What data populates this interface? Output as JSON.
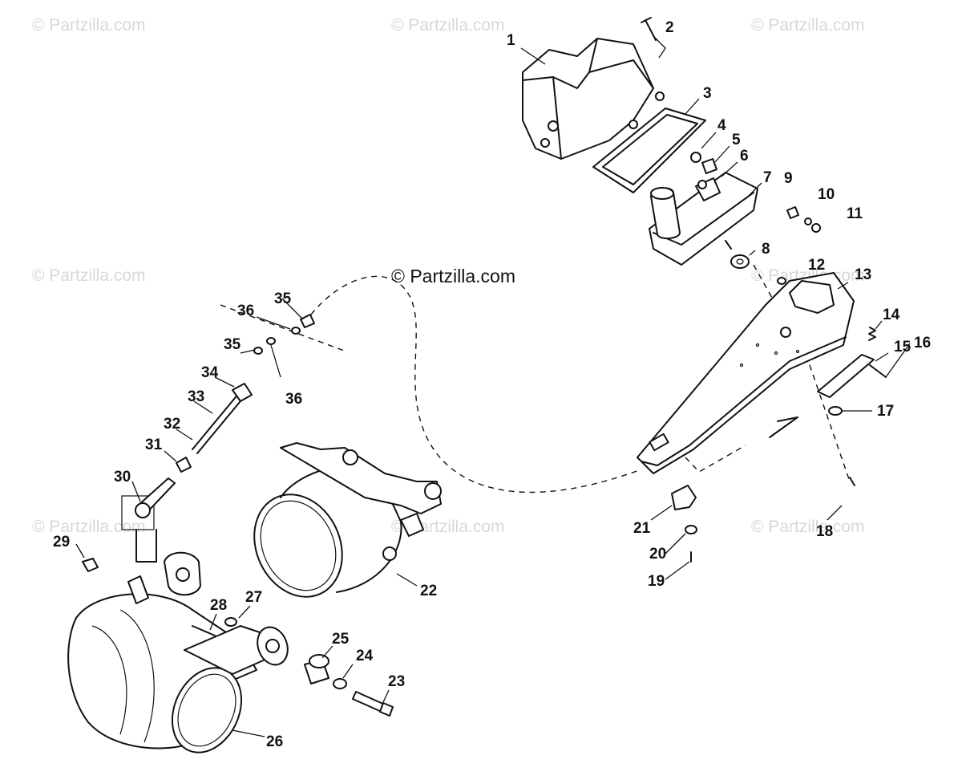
{
  "watermark": {
    "text": "© Partzilla.com",
    "center_text": "© Partzilla.com"
  },
  "callouts": {
    "c1": "1",
    "c2": "2",
    "c3": "3",
    "c4": "4",
    "c5": "5",
    "c6": "6",
    "c7": "7",
    "c8": "8",
    "c9": "9",
    "c10": "10",
    "c11": "11",
    "c12": "12",
    "c13": "13",
    "c14": "14",
    "c15": "15",
    "c16": "16",
    "c17": "17",
    "c18": "18",
    "c19": "19",
    "c20": "20",
    "c21": "21",
    "c22": "22",
    "c23": "23",
    "c24": "24",
    "c25": "25",
    "c26": "26",
    "c27": "27",
    "c28": "28",
    "c29": "29",
    "c30": "30",
    "c31": "31",
    "c32": "32",
    "c33": "33",
    "c34": "34",
    "c35a": "35",
    "c35b": "35",
    "c36a": "36",
    "c36b": "36"
  }
}
